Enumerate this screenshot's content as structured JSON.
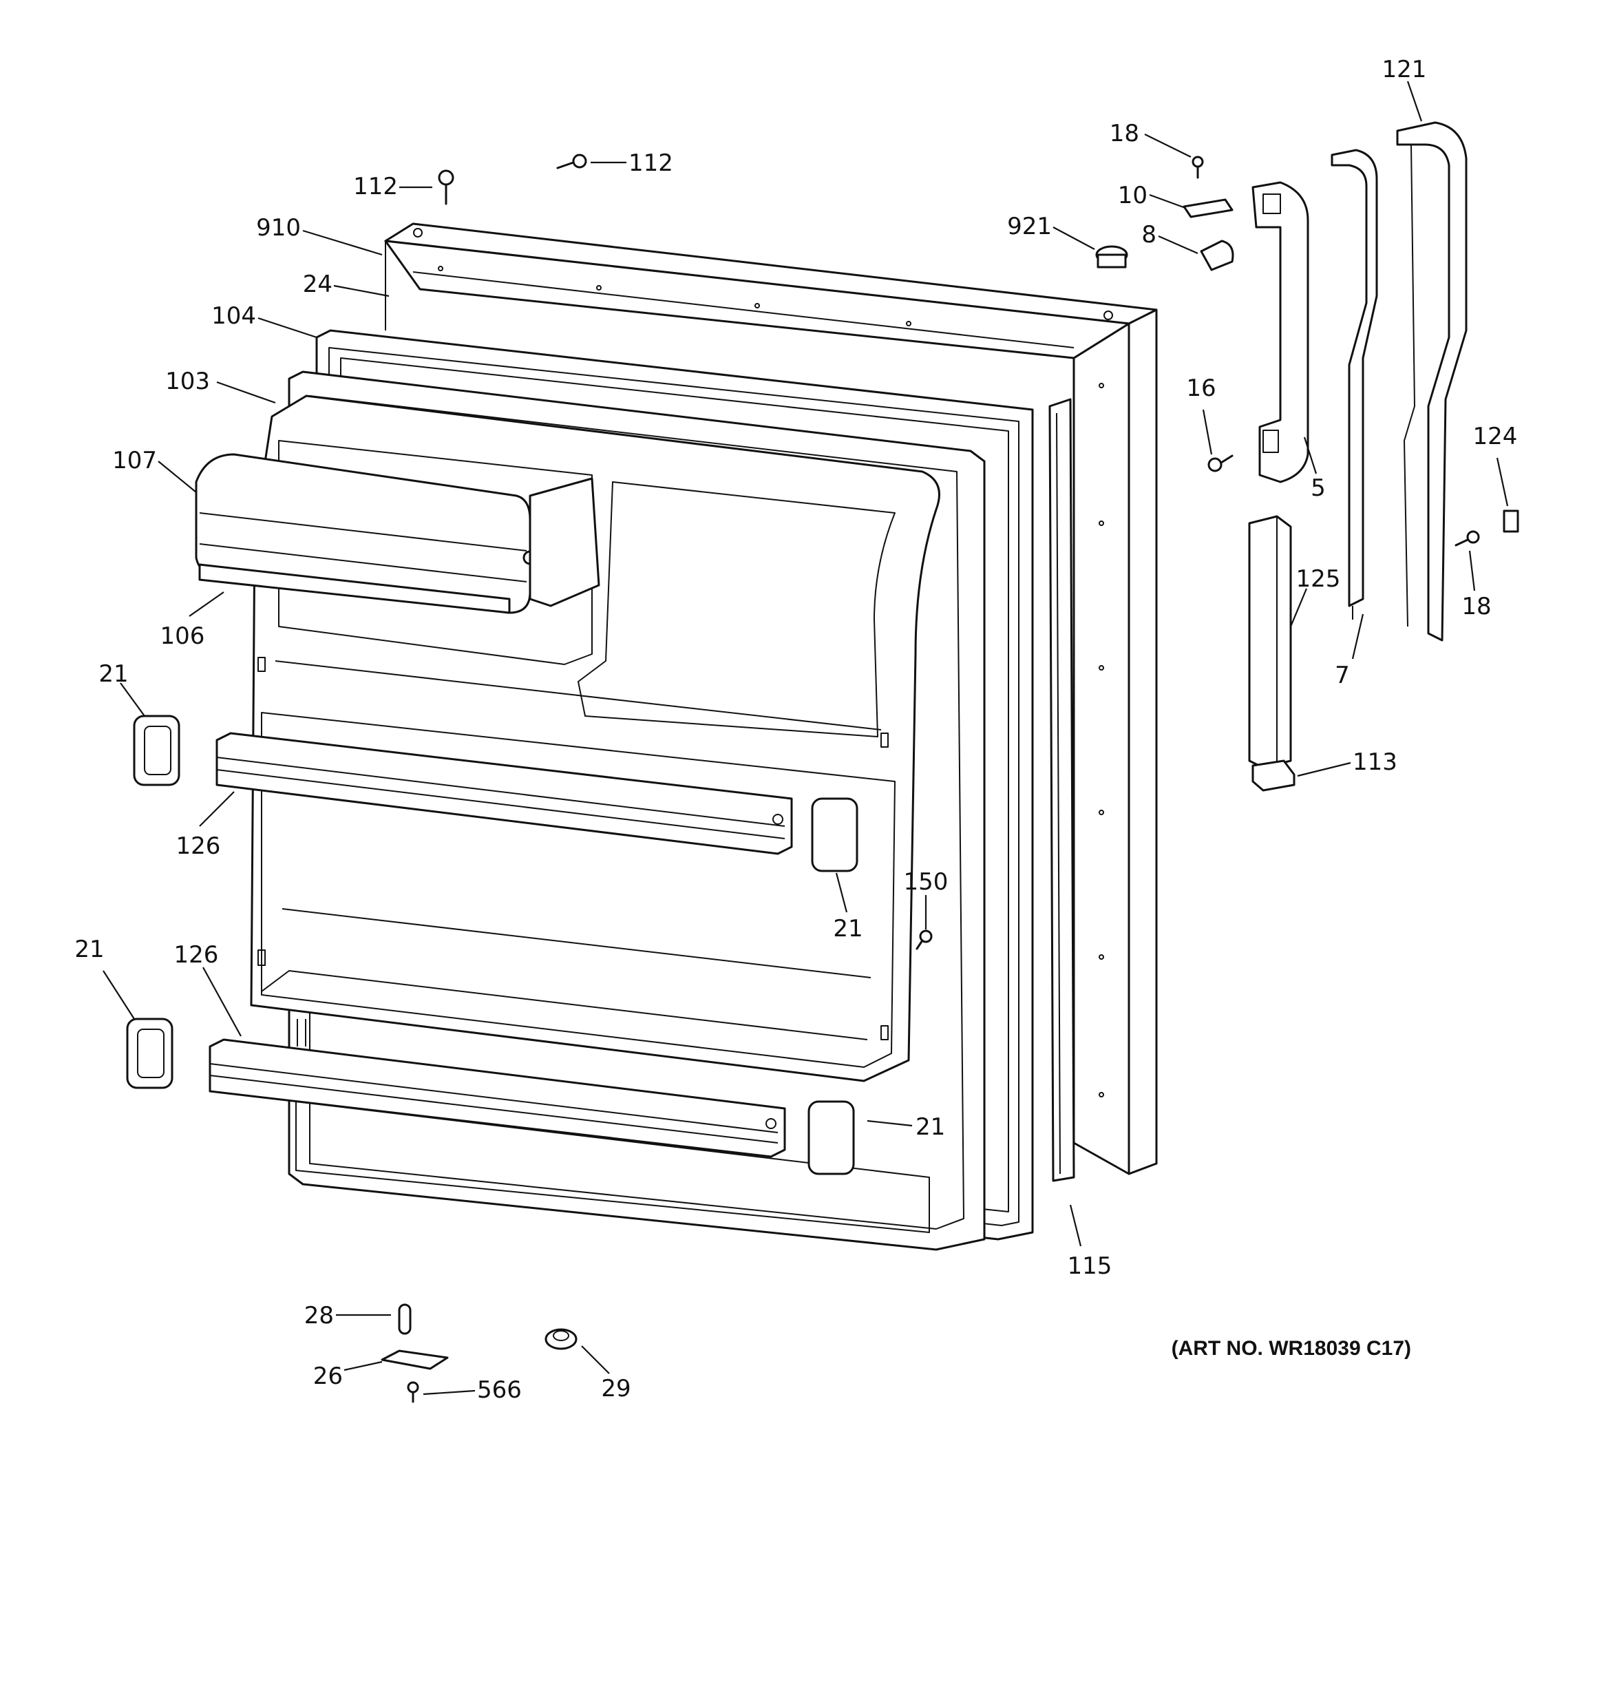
{
  "art_number": "(ART NO. WR18039 C17)",
  "callouts": {
    "c112a": "112",
    "c112b": "112",
    "c910": "910",
    "c24": "24",
    "c104": "104",
    "c103": "103",
    "c107": "107",
    "c106": "106",
    "c21a": "21",
    "c126a": "126",
    "c21b": "21",
    "c150": "150",
    "c21c": "21",
    "c126b": "126",
    "c21d": "21",
    "c115": "115",
    "c28": "28",
    "c26": "26",
    "c566": "566",
    "c29": "29",
    "c18a": "18",
    "c10": "10",
    "c921": "921",
    "c8": "8",
    "c16": "16",
    "c5": "5",
    "c121": "121",
    "c124": "124",
    "c18b": "18",
    "c125": "125",
    "c7": "7",
    "c113": "113"
  }
}
